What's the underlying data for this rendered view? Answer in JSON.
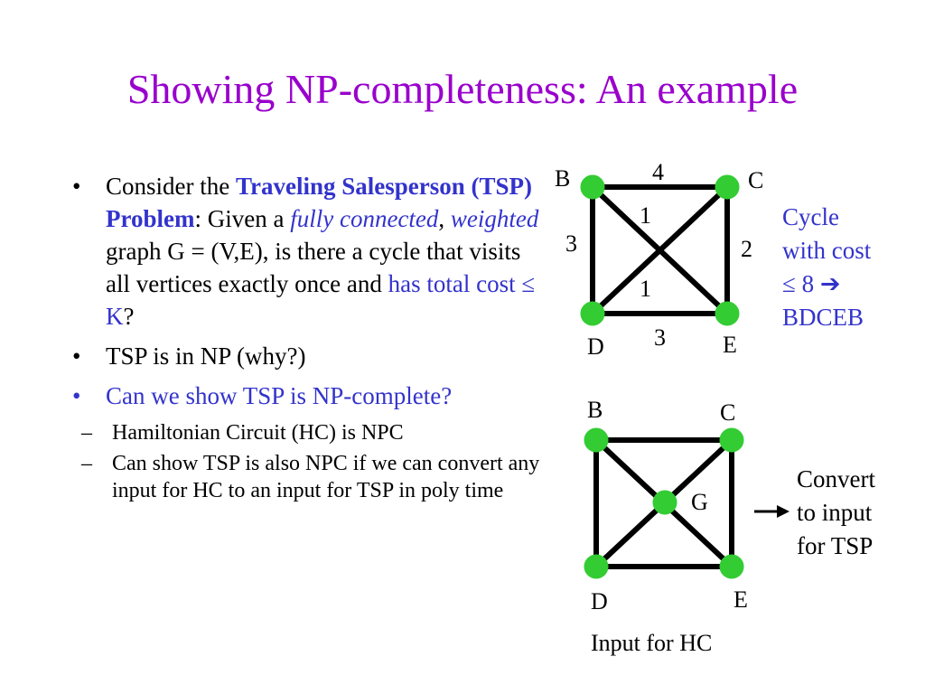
{
  "title": "Showing NP-completeness: An example",
  "bullets": {
    "b1": {
      "marker": "•",
      "t1": "Consider the ",
      "tsp_name": "Traveling Salesperson (TSP) Problem",
      "t2": ": Given a ",
      "fully_connected": "fully connected",
      "comma": ", ",
      "weighted": "weighted",
      "t3": " graph G = (V,E), is there a cycle that visits all vertices exactly once and ",
      "total_cost": "has total cost ≤ K",
      "t4": "?"
    },
    "b2": {
      "marker": "•",
      "text": "TSP is in NP (why?)"
    },
    "b3": {
      "marker": "•",
      "text": "Can we show TSP is NP-complete?"
    },
    "sub": [
      {
        "marker": "–",
        "text": "Hamiltonian Circuit (HC) is NPC"
      },
      {
        "marker": "–",
        "text": "Can show TSP is also NPC if we can convert any input for HC to an input for TSP in poly time"
      }
    ]
  },
  "graph_tsp": {
    "nodes": {
      "B": "B",
      "C": "C",
      "D": "D",
      "E": "E"
    },
    "weights": {
      "BC": "4",
      "BE": "1",
      "CD": "1",
      "BD": "3",
      "CE": "2",
      "DE": "3"
    },
    "cycle_note": {
      "line1": "Cycle",
      "line2": "with cost",
      "line3": "≤ 8 ➔",
      "line4": "BDCEB"
    }
  },
  "graph_hc": {
    "nodes": {
      "B": "B",
      "C": "C",
      "D": "D",
      "E": "E",
      "G": "G"
    },
    "caption": "Input for HC",
    "convert_note": {
      "line1": "Convert",
      "line2": "to input",
      "line3": "for TSP"
    }
  },
  "colors": {
    "title": "#9900cc",
    "accent_blue": "#3333cc",
    "node_fill": "#33cc33",
    "edge": "#000000"
  }
}
